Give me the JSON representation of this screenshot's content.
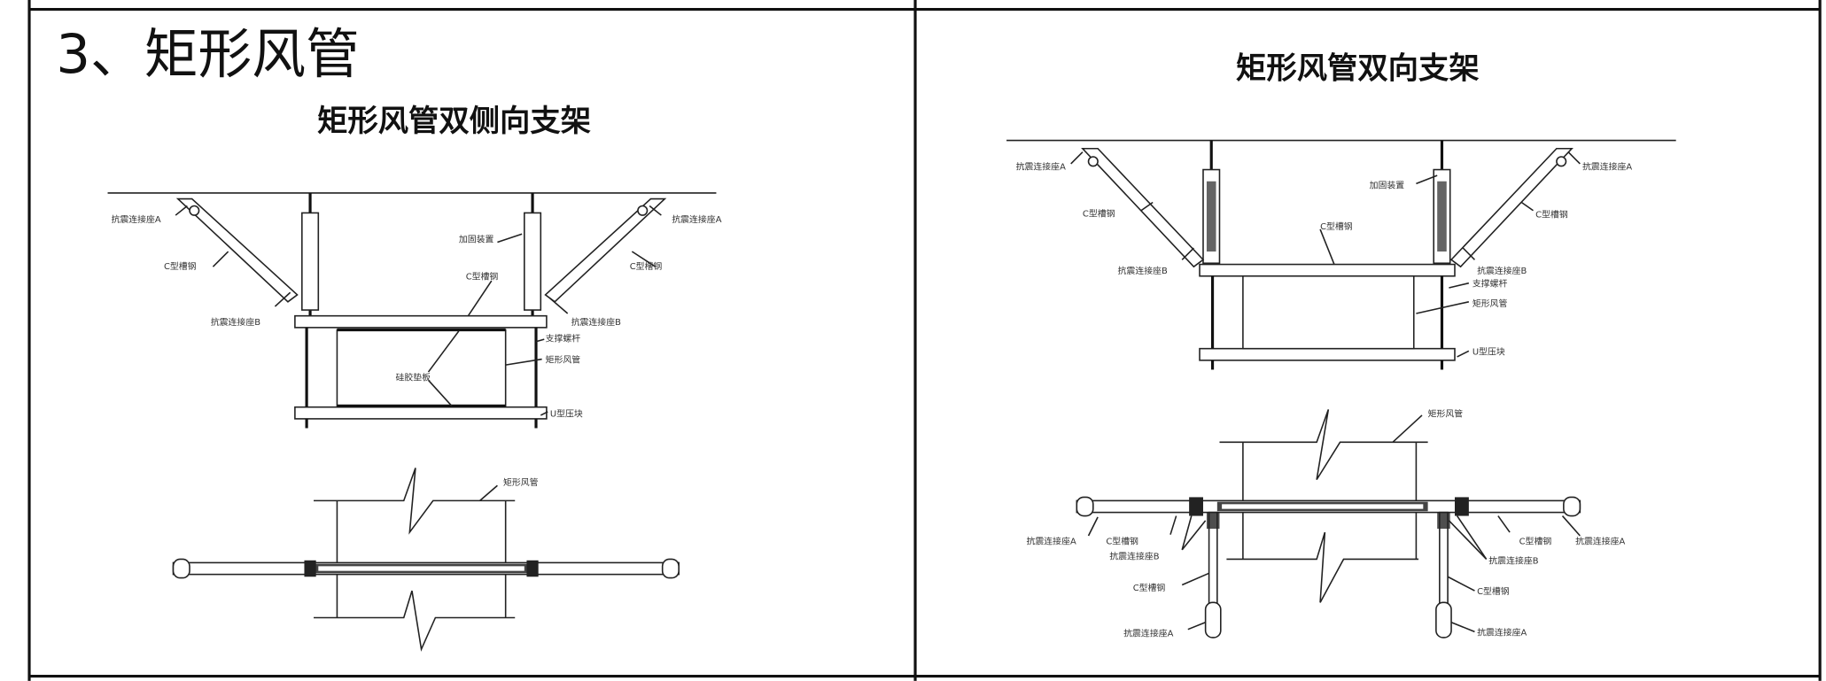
{
  "section_title": "3、矩形风管",
  "left_panel": {
    "title": "矩形风管双侧向支架",
    "labels": {
      "anchor_a_left": "抗震连接座A",
      "anchor_a_right": "抗震连接座A",
      "anchor_b_left": "抗震连接座B",
      "anchor_b_right": "抗震连接座B",
      "channel_left": "C型槽钢",
      "channel_right": "C型槽钢",
      "channel_mid": "C型槽钢",
      "reinforce": "加固装置",
      "rod": "支撑螺杆",
      "duct": "矩形风管",
      "pad": "硅胶垫板",
      "clamp": "U型压块",
      "plan_duct": "矩形风管"
    }
  },
  "right_panel": {
    "title": "矩形风管双向支架",
    "labels": {
      "anchor_a_left": "抗震连接座A",
      "anchor_a_right": "抗震连接座A",
      "anchor_b_left": "抗震连接座B",
      "anchor_b_right": "抗震连接座B",
      "channel_left": "C型槽钢",
      "channel_right": "C型槽钢",
      "channel_mid": "C型槽钢",
      "reinforce": "加固装置",
      "rod": "支撑螺杆",
      "duct": "矩形风管",
      "clamp": "U型压块",
      "plan_duct": "矩形风管",
      "plan_anchor_a_left": "抗震连接座A",
      "plan_channel_left": "C型槽钢",
      "plan_anchor_b_left": "抗震连接座B",
      "plan_channel_down_left": "C型槽钢",
      "plan_anchor_down_left": "抗震连接座A",
      "plan_channel_right": "C型槽钢",
      "plan_anchor_a_right": "抗震连接座A",
      "plan_anchor_b_right": "抗震连接座B",
      "plan_channel_down_right": "C型槽钢",
      "plan_anchor_down_right": "抗震连接座A"
    }
  }
}
